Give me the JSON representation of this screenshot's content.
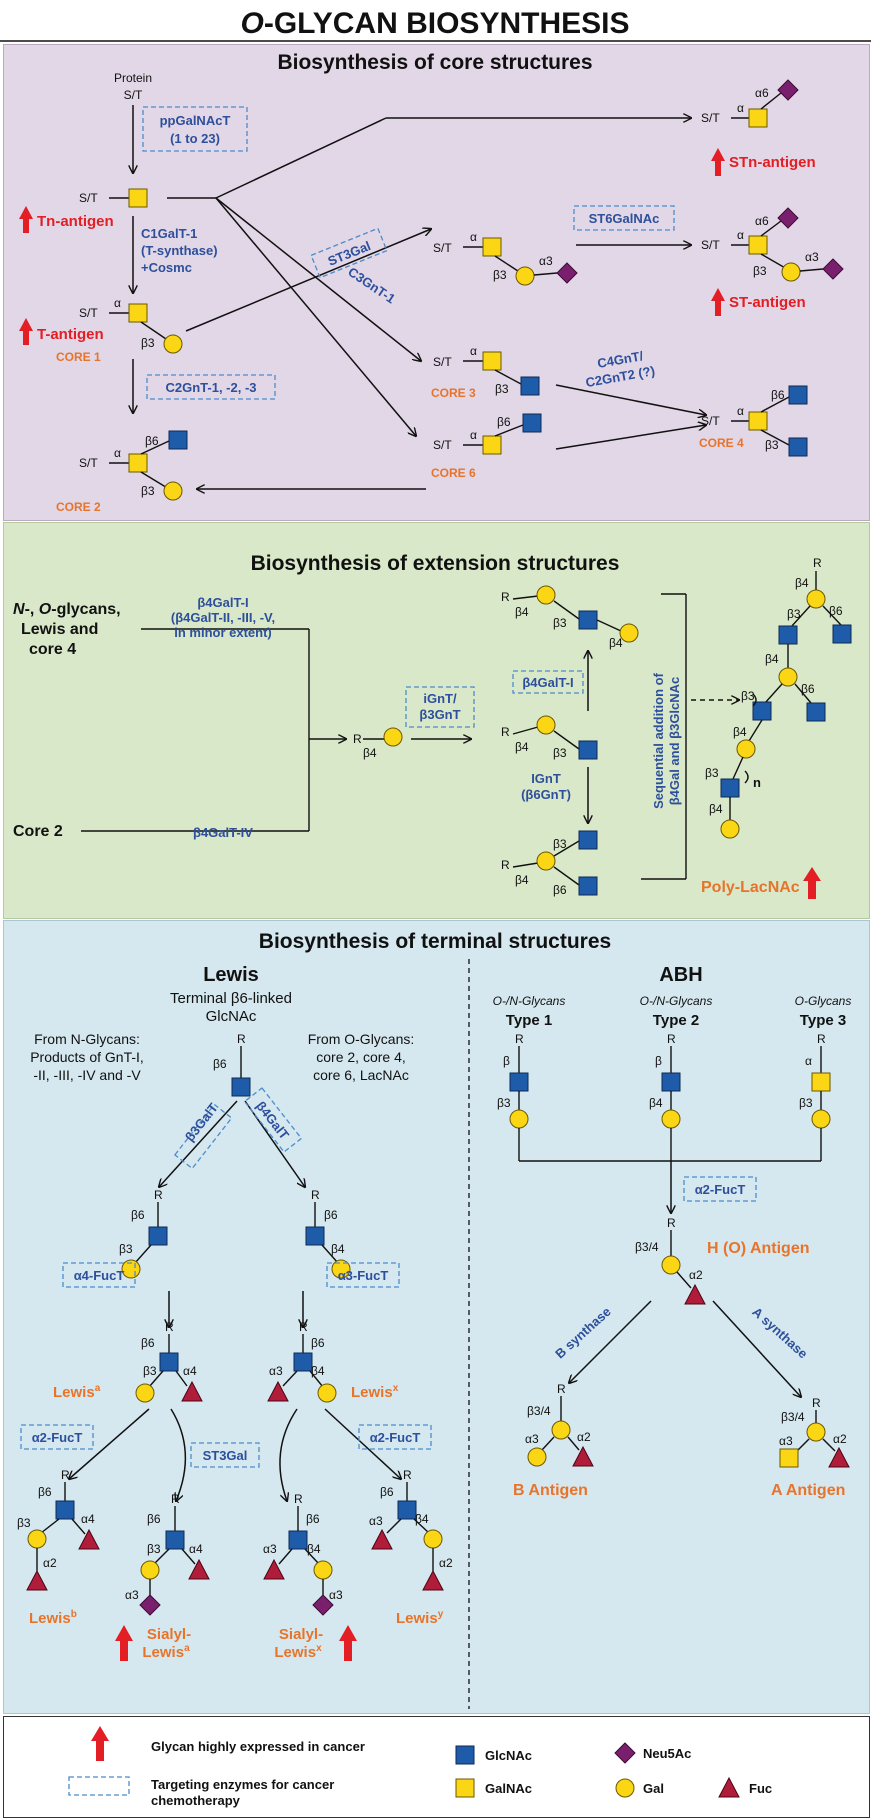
{
  "title": "O-GLYCAN BIOSYNTHESIS",
  "sections": {
    "core": "Biosynthesis of core structures",
    "extension": "Biosynthesis of extension structures",
    "terminal": "Biosynthesis of terminal structures"
  },
  "core": {
    "protein": "Protein",
    "st": "S/T",
    "enzymes": {
      "ppgalnact": "ppGalNAcT",
      "ppgalnact_range": "(1 to 23)",
      "c1galt1": "C1GalT-1",
      "tsynthase": "(T-synthase)",
      "cosmc": "+Cosmc",
      "st3gal": "ST3Gal",
      "c3gnt1": "C3GnT-1",
      "st6galnac": "ST6GalNAc",
      "c4gnt": "C4GnT/",
      "c2gnt2": "C2GnT2 (?)",
      "c2gnt": "C2GnT-1, -2, -3"
    },
    "antigens": {
      "tn": "Tn-antigen",
      "t": "T-antigen",
      "stn": "STn-antigen",
      "st": "ST-antigen"
    },
    "cores": {
      "c1": "CORE 1",
      "c2": "CORE 2",
      "c3": "CORE 3",
      "c4": "CORE 4",
      "c6": "CORE 6"
    },
    "linkages": {
      "a": "α",
      "b3": "β3",
      "b6": "β6",
      "a3": "α3",
      "a6": "α6"
    }
  },
  "extension": {
    "sources_line1": "N-, O-glycans,",
    "sources_line2": "Lewis and",
    "sources_line3": "core 4",
    "core2": "Core 2",
    "b4galt1": "β4GalT-I",
    "b4galt_minor1": "(β4GalT-II, -III, -V,",
    "b4galt_minor2": "in minor extent)",
    "b4galt4": "β4GalT-IV",
    "ignt1": "iGnT/",
    "ignt2": "β3GnT",
    "b4galt1_box": "β4GalT-I",
    "ignt_b6_1": "IGnT",
    "ignt_b6_2": "(β6GnT)",
    "sequential1": "Sequential addition of",
    "sequential2": "β4Gal and β3GlcNAc",
    "polylacnac": "Poly-LacNAc",
    "r": "R",
    "n": "n",
    "b4": "β4",
    "b3": "β3",
    "b6": "β6"
  },
  "terminal": {
    "lewis_title": "Lewis",
    "lewis_sub1": "Terminal β6-linked",
    "lewis_sub2": "GlcNAc",
    "fromN1": "From N-Glycans:",
    "fromN2": "Products of GnT-I,",
    "fromN3": "-II, -III, -IV and -V",
    "fromO1": "From O-Glycans:",
    "fromO2": "core 2, core 4,",
    "fromO3": "core 6, LacNAc",
    "b3galt": "β3GalT",
    "b4galt": "β4GalT",
    "a4fuct": "α4-FucT",
    "a3fuct": "α3-FucT",
    "a2fuct": "α2-FucT",
    "st3gal": "ST3Gal",
    "lewis_a": "Lewis",
    "lewis_a_sup": "a",
    "lewis_x": "Lewis",
    "lewis_x_sup": "x",
    "lewis_b": "Lewis",
    "lewis_b_sup": "b",
    "lewis_y": "Lewis",
    "lewis_y_sup": "y",
    "sialyl": "Sialyl-",
    "sialyl_lewis": "Lewis",
    "sialyl_a_sup": "a",
    "sialyl_x_sup": "x",
    "abh_title": "ABH",
    "on_glycans": "O-/N-Glycans",
    "o_glycans": "O-Glycans",
    "type1": "Type 1",
    "type2": "Type 2",
    "type3": "Type 3",
    "h_antigen": "H (O) Antigen",
    "b_synthase": "B synthase",
    "a_synthase": "A synthase",
    "b_antigen": "B Antigen",
    "a_antigen": "A Antigen",
    "b34": "β3/4",
    "a2": "α2",
    "a3": "α3",
    "a4": "α4",
    "b": "β",
    "a": "α",
    "b3": "β3",
    "b4": "β4",
    "b6": "β6",
    "r": "R"
  },
  "legend": {
    "arrow": "Glycan highly expressed in cancer",
    "box": "Targeting enzymes for cancer",
    "box2": "chemotherapy",
    "glcnac": "GlcNAc",
    "galnac": "GalNAc",
    "neu5ac": "Neu5Ac",
    "gal": "Gal",
    "fuc": "Fuc"
  },
  "colors": {
    "glcnac": "#1e5ba8",
    "galnac": "#fbd614",
    "gal": "#fbd614",
    "neu5ac": "#7a1f6e",
    "fuc": "#b01d3b",
    "cancer_arrow": "#e31e24",
    "core_label": "#e8742b",
    "enzyme_text": "#2d4f9c"
  }
}
